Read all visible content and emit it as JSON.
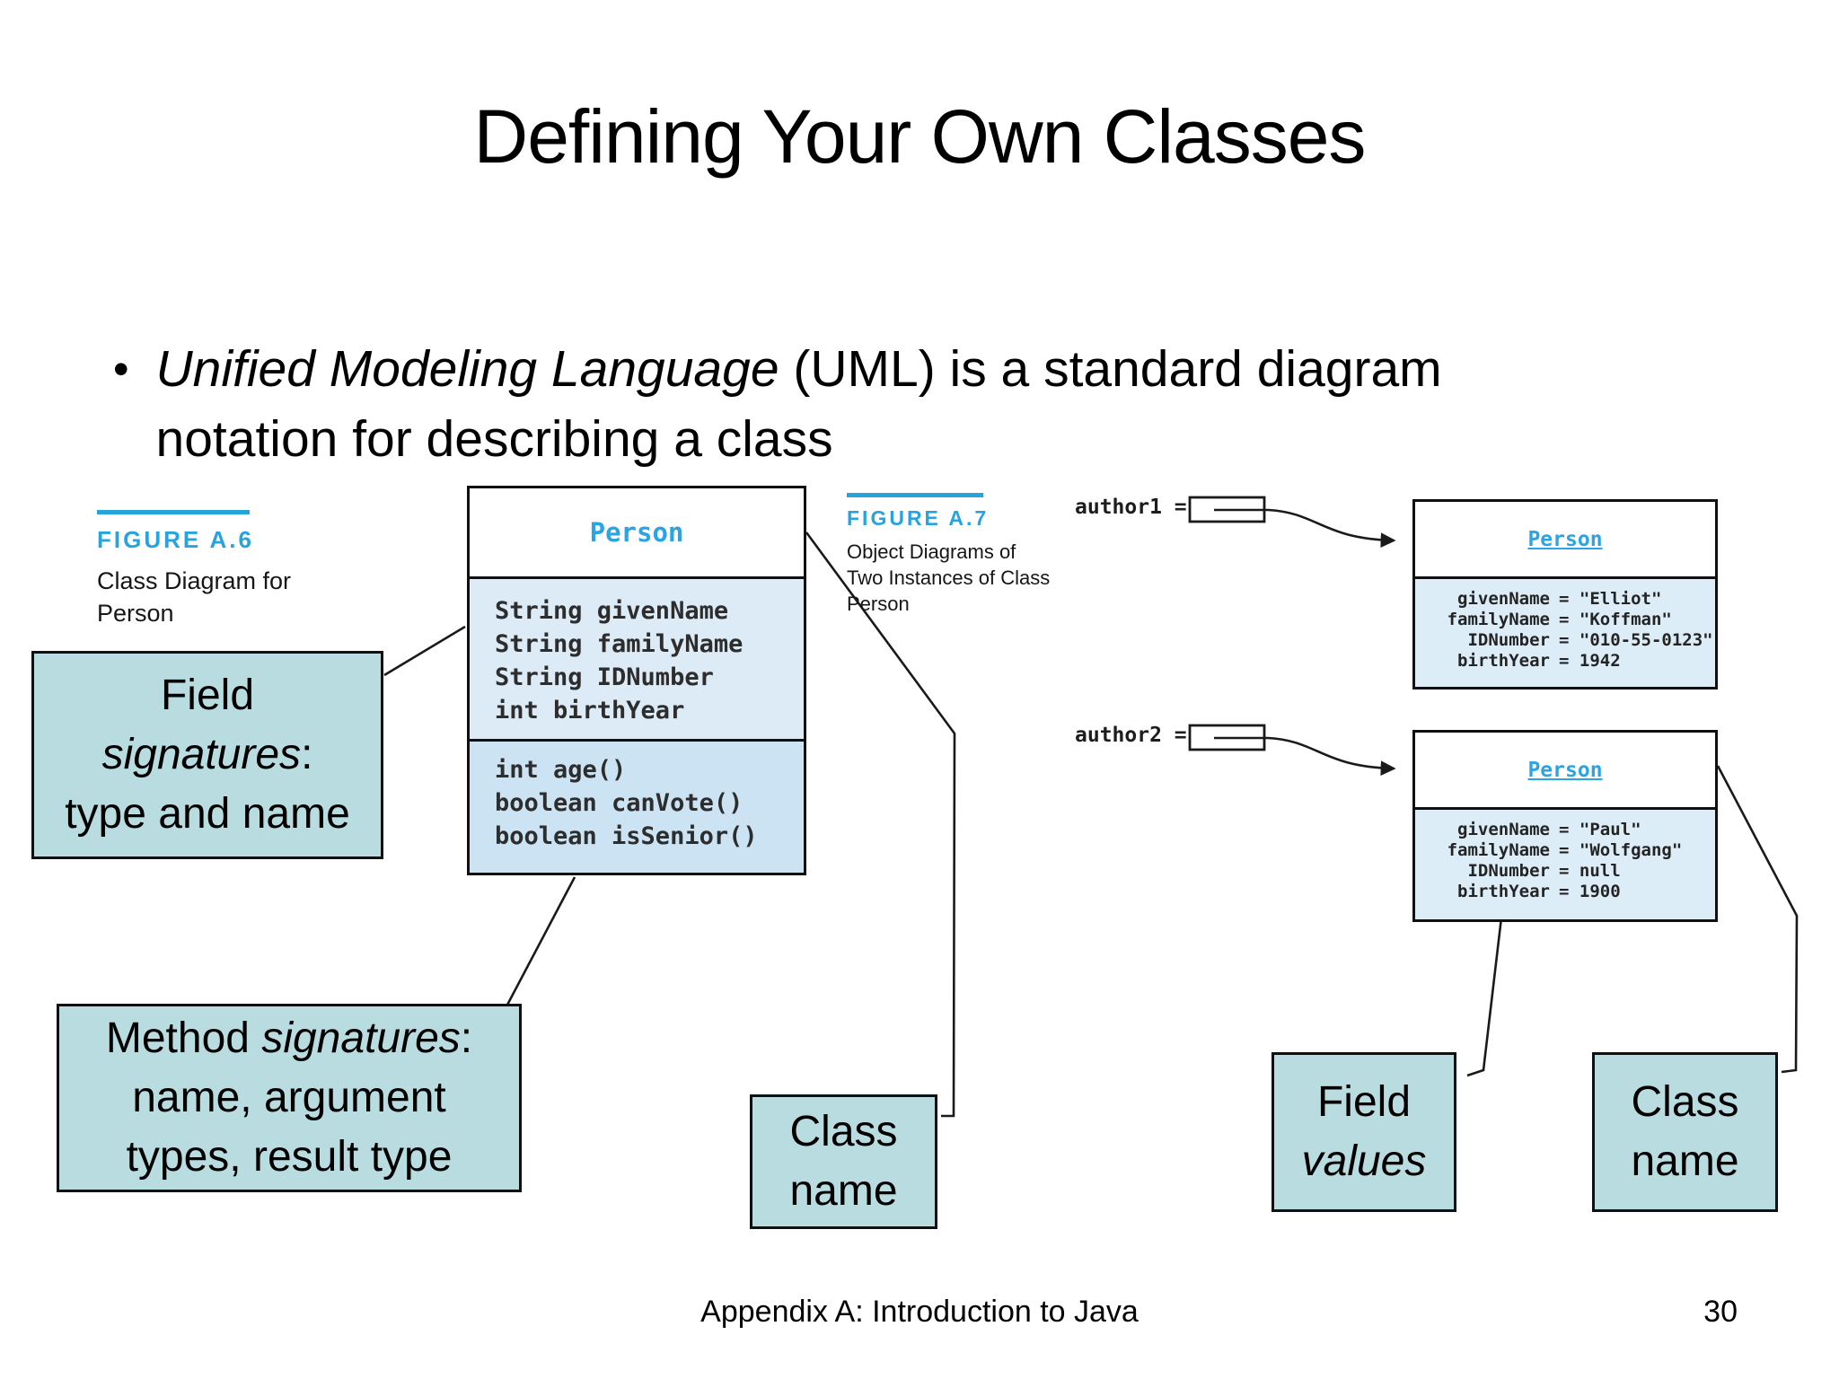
{
  "colors": {
    "accent_blue": "#27a3dd",
    "person_blue": "#2aa4e2",
    "callout_bg": "#b8dce0",
    "fields_bg": "#dcebf6",
    "methods_bg": "#cbe3f2",
    "object_bg": "#ddedf8"
  },
  "slide": {
    "title": "Defining Your Own Classes",
    "bullet": {
      "marker": "•",
      "italic_part": "Unified Modeling Language",
      "rest_line1": " (UML) is a standard diagram",
      "line2": "notation for describing a class"
    },
    "footer": {
      "left": "Appendix A: Introduction to Java",
      "page": "30"
    }
  },
  "figure_a6": {
    "label": "FIGURE A.6",
    "caption_line1": "Class Diagram for",
    "caption_line2": "Person",
    "class_box": {
      "name": "Person",
      "fields": [
        "String givenName",
        "String familyName",
        "String IDNumber",
        "int birthYear"
      ],
      "methods": [
        "int age()",
        "boolean canVote()",
        "boolean isSenior()"
      ]
    }
  },
  "figure_a7": {
    "label": "FIGURE A.7",
    "caption_line1": "Object Diagrams of",
    "caption_line2": "Two Instances of Class",
    "caption_line3": "Person",
    "instances": [
      {
        "var_label": "author1 =",
        "class_name": "Person",
        "fields": [
          {
            "n": "givenName",
            "v": "= \"Elliot\""
          },
          {
            "n": "familyName",
            "v": "= \"Koffman\""
          },
          {
            "n": "IDNumber",
            "v": "= \"010-55-0123\""
          },
          {
            "n": "birthYear",
            "v": "= 1942"
          }
        ]
      },
      {
        "var_label": "author2 =",
        "class_name": "Person",
        "fields": [
          {
            "n": "givenName",
            "v": "= \"Paul\""
          },
          {
            "n": "familyName",
            "v": "= \"Wolfgang\""
          },
          {
            "n": "IDNumber",
            "v": "= null"
          },
          {
            "n": "birthYear",
            "v": "= 1900"
          }
        ]
      }
    ]
  },
  "callouts": {
    "field_signatures": {
      "line1": "Field",
      "line2_italic": "signatures",
      "line2_tail": ":",
      "line3": "type and name"
    },
    "method_signatures": {
      "line1_head": "Method ",
      "line1_italic": "signatures",
      "line1_tail": ":",
      "line2": "name, argument",
      "line3": "types, result type"
    },
    "class_name_center": {
      "line1": "Class",
      "line2": "name"
    },
    "field_values": {
      "line1": "Field",
      "line2_italic": "values"
    },
    "class_name_right": {
      "line1": "Class",
      "line2": "name"
    }
  }
}
